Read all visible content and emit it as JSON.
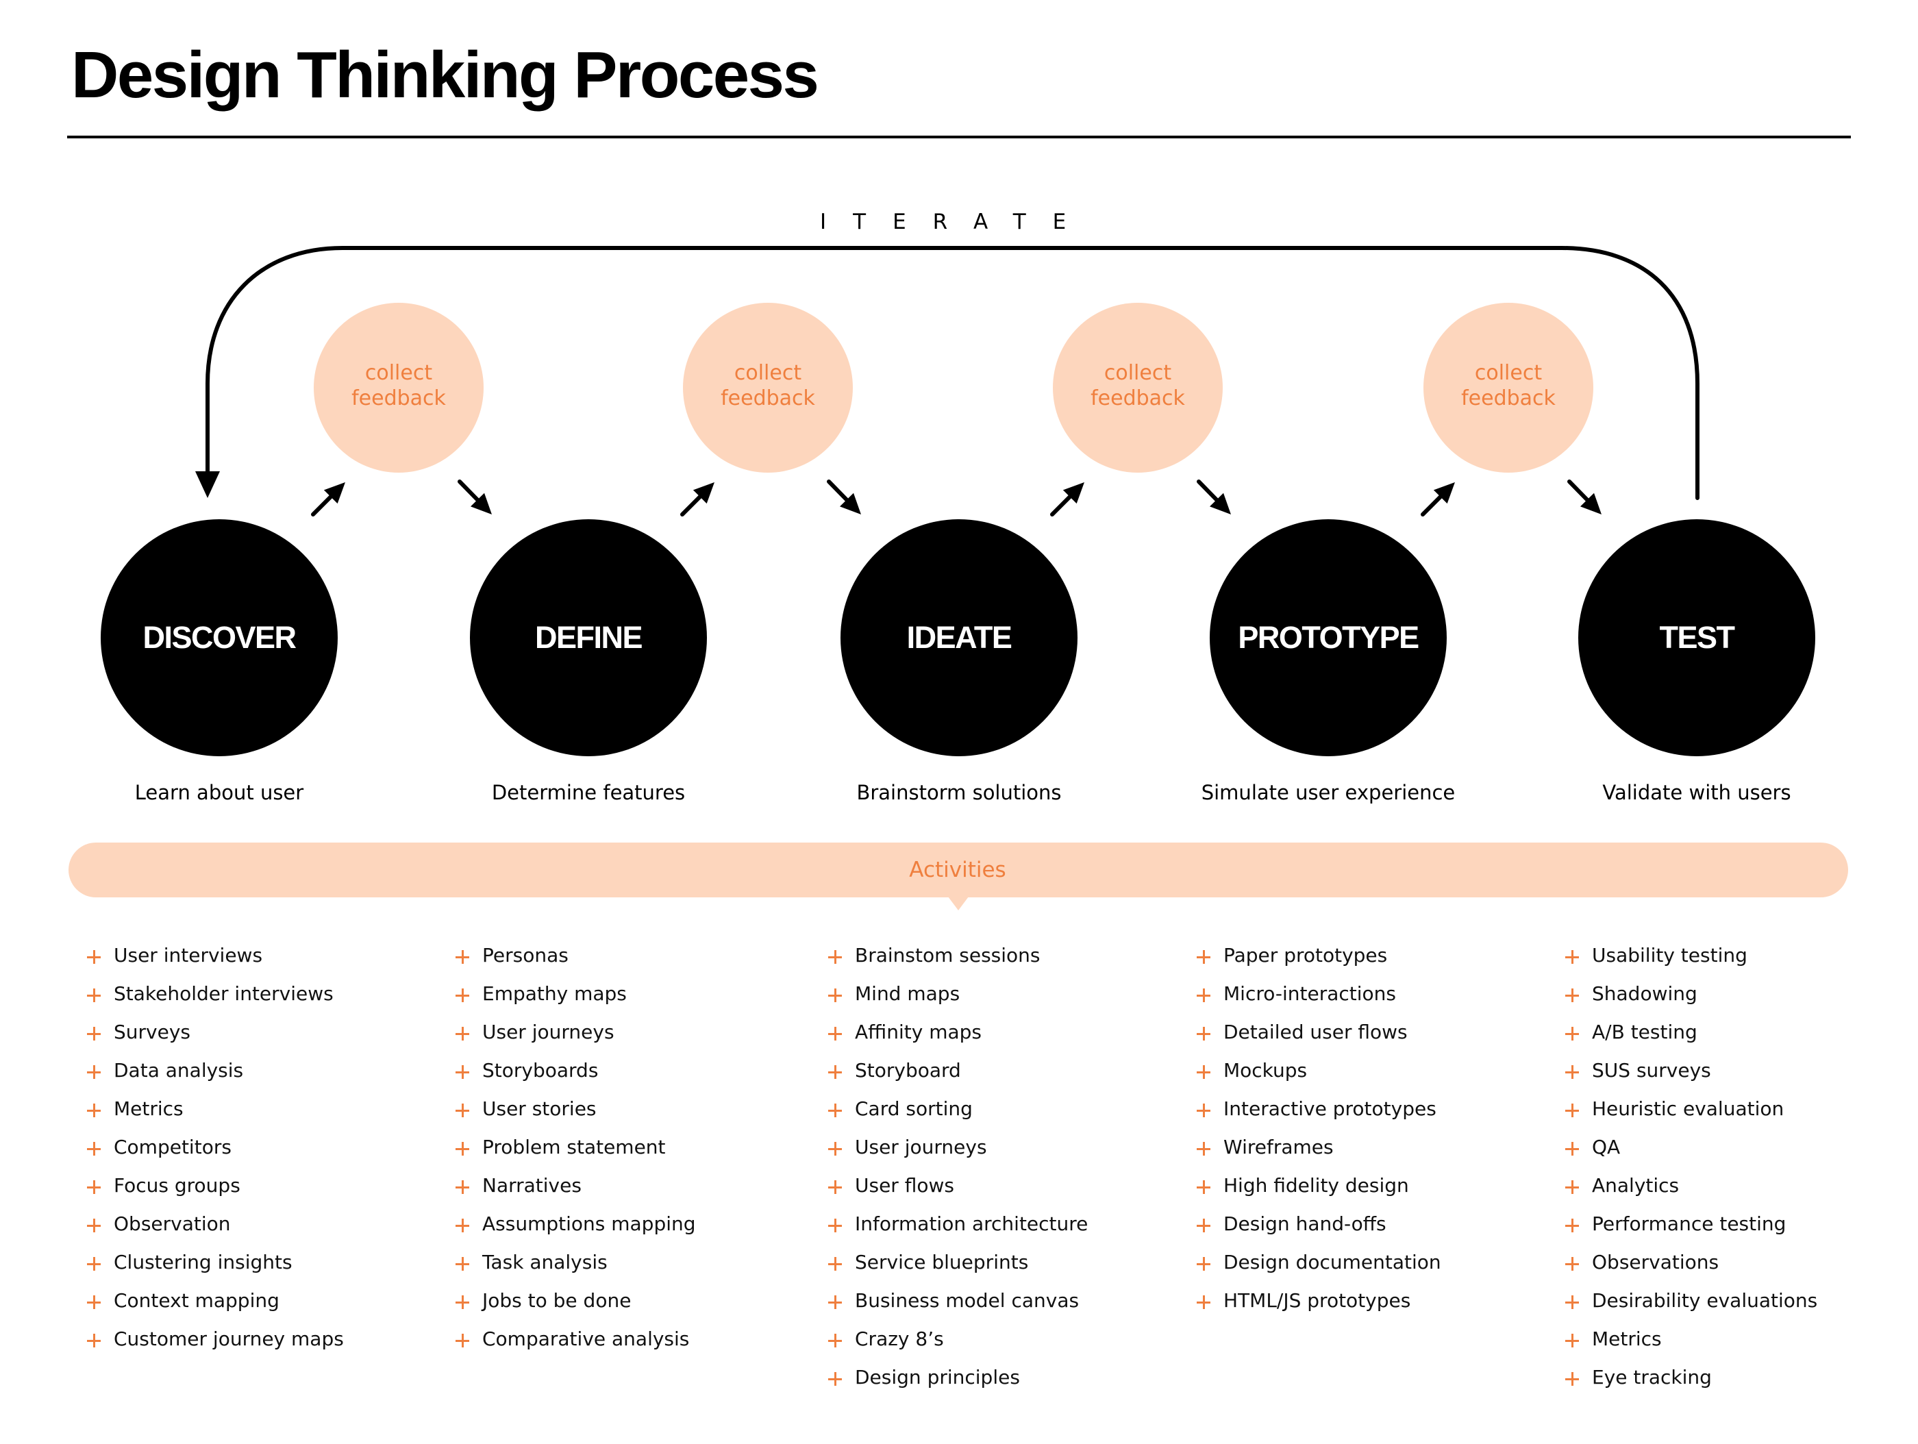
{
  "title": "Design Thinking Process",
  "iterate_label": "ITERATE",
  "colors": {
    "accent_orange": "#EF7F3E",
    "accent_peach": "#FDD6BD",
    "stage_fill": "#000000",
    "stage_text": "#FFFFFF"
  },
  "feedback_label": "collect feedback",
  "feedback": [
    {
      "line1": "collect",
      "line2": "feedback"
    },
    {
      "line1": "collect",
      "line2": "feedback"
    },
    {
      "line1": "collect",
      "line2": "feedback"
    },
    {
      "line1": "collect",
      "line2": "feedback"
    }
  ],
  "stages": [
    {
      "label": "DISCOVER",
      "description": "Learn about user"
    },
    {
      "label": "DEFINE",
      "description": "Determine features"
    },
    {
      "label": "IDEATE",
      "description": "Brainstorm solutions"
    },
    {
      "label": "PROTOTYPE",
      "description": "Simulate user experience"
    },
    {
      "label": "TEST",
      "description": "Validate with users"
    }
  ],
  "activities": {
    "header": "Activities",
    "bullet_icon": "plus-icon",
    "columns": [
      [
        "User interviews",
        "Stakeholder interviews",
        "Surveys",
        "Data analysis",
        "Metrics",
        "Competitors",
        "Focus groups",
        "Observation",
        "Clustering insights",
        "Context mapping",
        "Customer journey maps"
      ],
      [
        "Personas",
        "Empathy maps",
        "User journeys",
        "Storyboards",
        "User stories",
        "Problem statement",
        "Narratives",
        "Assumptions mapping",
        "Task analysis",
        "Jobs to be done",
        "Comparative analysis"
      ],
      [
        "Brainstom sessions",
        "Mind maps",
        "Affinity maps",
        "Storyboard",
        "Card sorting",
        "User journeys",
        "User flows",
        "Information architecture",
        "Service blueprints",
        "Business model canvas",
        "Crazy 8’s",
        "Design principles"
      ],
      [
        "Paper prototypes",
        "Micro-interactions",
        "Detailed user flows",
        "Mockups",
        "Interactive prototypes",
        "Wireframes",
        "High fidelity design",
        "Design hand-offs",
        "Design documentation",
        "HTML/JS prototypes"
      ],
      [
        "Usability testing",
        "Shadowing",
        "A/B testing",
        "SUS surveys",
        "Heuristic evaluation",
        "QA",
        "Analytics",
        "Performance testing",
        "Observations",
        "Desirability evaluations",
        "Metrics",
        "Eye tracking"
      ]
    ]
  }
}
